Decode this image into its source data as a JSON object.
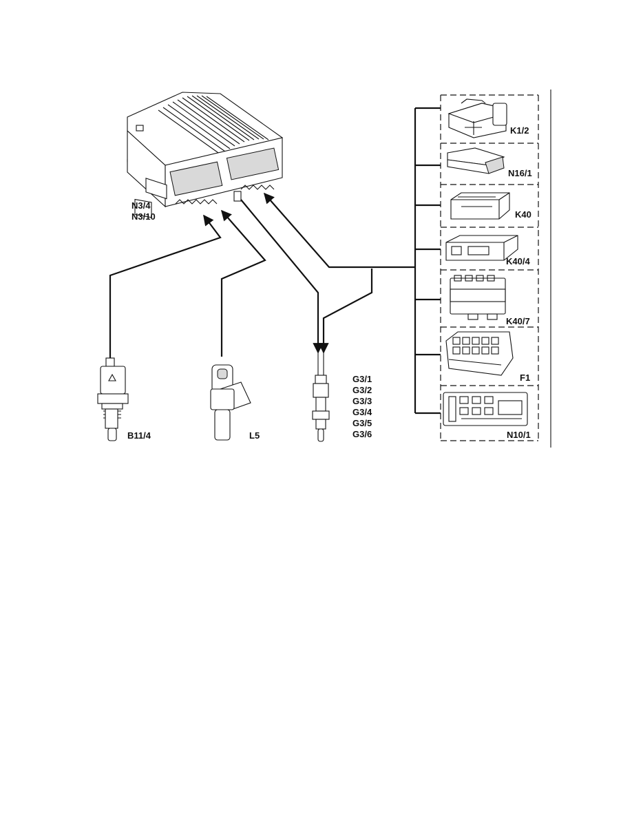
{
  "ecu": {
    "labels": [
      "N3/4",
      "N3/10"
    ]
  },
  "sensors": [
    {
      "id": "coolant-temp-sensor",
      "label": "B11/4"
    },
    {
      "id": "crank-sensor",
      "label": "L5"
    },
    {
      "id": "glow-plug",
      "labels": [
        "G3/1",
        "G3/2",
        "G3/3",
        "G3/4",
        "G3/5",
        "G3/6"
      ]
    }
  ],
  "modules": [
    {
      "label": "K1/2"
    },
    {
      "label": "N16/1"
    },
    {
      "label": "K40"
    },
    {
      "label": "K40/4"
    },
    {
      "label": "K40/7"
    },
    {
      "label": "F1"
    },
    {
      "label": "N10/1"
    }
  ]
}
